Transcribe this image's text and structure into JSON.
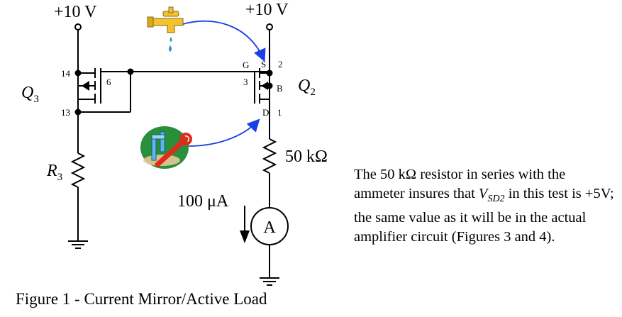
{
  "supply": {
    "left": "+10 V",
    "right": "+10 V"
  },
  "q3": {
    "name": "Q",
    "sub": "3",
    "pin_14": "14",
    "pin_6": "6",
    "pin_13": "13"
  },
  "q2": {
    "name": "Q",
    "sub": "2",
    "pin_g": "G",
    "pin_s": "S",
    "pin_2": "2",
    "pin_3": "3",
    "pin_b": "B",
    "pin_d": "D",
    "pin_1": "1"
  },
  "r3": {
    "name": "R",
    "sub": "3"
  },
  "resistor": {
    "value": "50 kΩ"
  },
  "current": {
    "value": "100 μA"
  },
  "ammeter": {
    "symbol": "A"
  },
  "note": {
    "before": "The 50 kΩ resistor in series with the ammeter insures that ",
    "v": "V",
    "v_sub": "SD2",
    "after": " in this test is +5V; the same value as it will be in the actual amplifier circuit (Figures 3 and 4)."
  },
  "caption": "Figure 1 - Current Mirror/Active Load",
  "colors": {
    "arrow": "#1a3fe6",
    "faucet": "#f2c230",
    "wrench": "#e02a1a",
    "blob": "#2a8f3a"
  }
}
